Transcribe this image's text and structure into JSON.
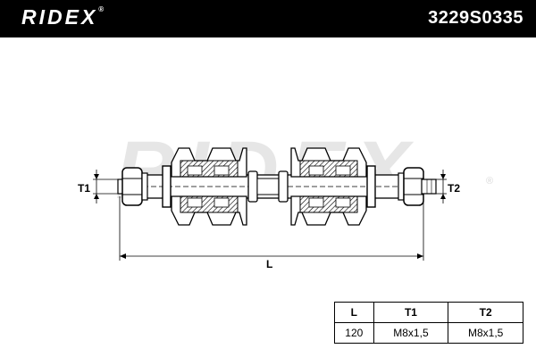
{
  "brand": {
    "logo_text": "RIDEX",
    "registered_mark": "®",
    "watermark_text": "RIDEX"
  },
  "product": {
    "part_number": "3229S0335"
  },
  "diagram": {
    "labels": {
      "length": "L",
      "thread_1": "T1",
      "thread_2": "T2"
    }
  },
  "spec_table": {
    "headers": [
      "L",
      "T1",
      "T2"
    ],
    "rows": [
      [
        "120",
        "M8x1,5",
        "M8x1,5"
      ]
    ]
  },
  "colors": {
    "header_bg": "#000000",
    "header_text": "#ffffff",
    "watermark": "#e6e6e6",
    "line": "#000000",
    "hatch": "#000000"
  }
}
